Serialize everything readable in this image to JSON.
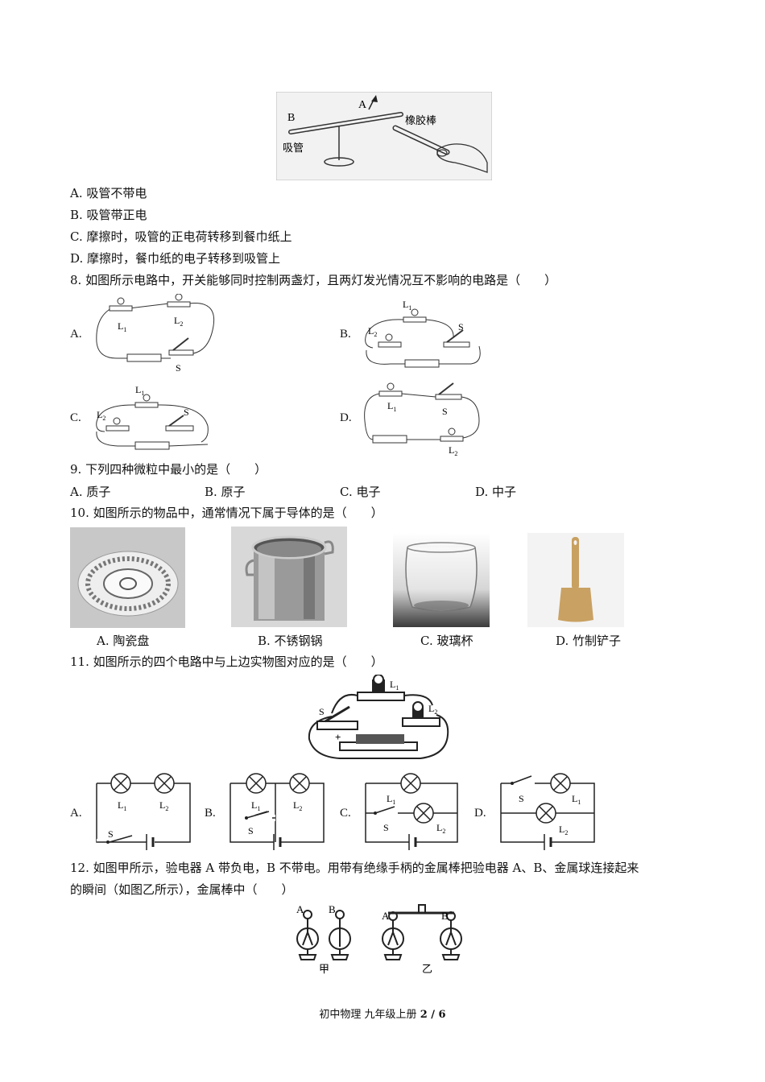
{
  "q7": {
    "figure": {
      "label_b": "B",
      "label_a": "A",
      "label_straw": "吸管",
      "label_rod": "橡胶棒"
    },
    "options": [
      "A. 吸管不带电",
      "B. 吸管带正电",
      "C. 摩擦时，吸管的正电荷转移到餐巾纸上",
      "D. 摩擦时，餐巾纸的电子转移到吸管上"
    ]
  },
  "q8": {
    "stem": "8. 如图所示电路中，开关能够同时控制两盏灯，且两灯发光情况互不影响的电路是（　　）",
    "option_labels": [
      "A.",
      "B.",
      "C.",
      "D."
    ],
    "l1": "L",
    "l2": "L",
    "s": "S",
    "sub1": "1",
    "sub2": "2"
  },
  "q9": {
    "stem": "9. 下列四种微粒中最小的是（　　）",
    "options": [
      "A. 质子",
      "B. 原子",
      "C. 电子",
      "D. 中子"
    ]
  },
  "q10": {
    "stem": "10. 如图所示的物品中，通常情况下属于导体的是（　　）",
    "captions": [
      "A. 陶瓷盘",
      "B. 不锈钢锅",
      "C. 玻璃杯",
      "D. 竹制铲子"
    ]
  },
  "q11": {
    "stem": "11. 如图所示的四个电路中与上边实物图对应的是（　　）",
    "option_labels": [
      "A.",
      "B.",
      "C.",
      "D."
    ],
    "plus": "+"
  },
  "q12": {
    "stem_line1": "12. 如图甲所示，验电器 A 带负电，B 不带电。用带有绝缘手柄的金属棒把验电器 A、B、金属球连接起来",
    "stem_line2": "的瞬间（如图乙所示），金属棒中（　　）",
    "label_a": "A",
    "label_b": "B",
    "label_jia": "甲",
    "label_yi": "乙"
  },
  "footer": {
    "text": "初中物理  九年级上册 ",
    "page": "2 / 6"
  }
}
